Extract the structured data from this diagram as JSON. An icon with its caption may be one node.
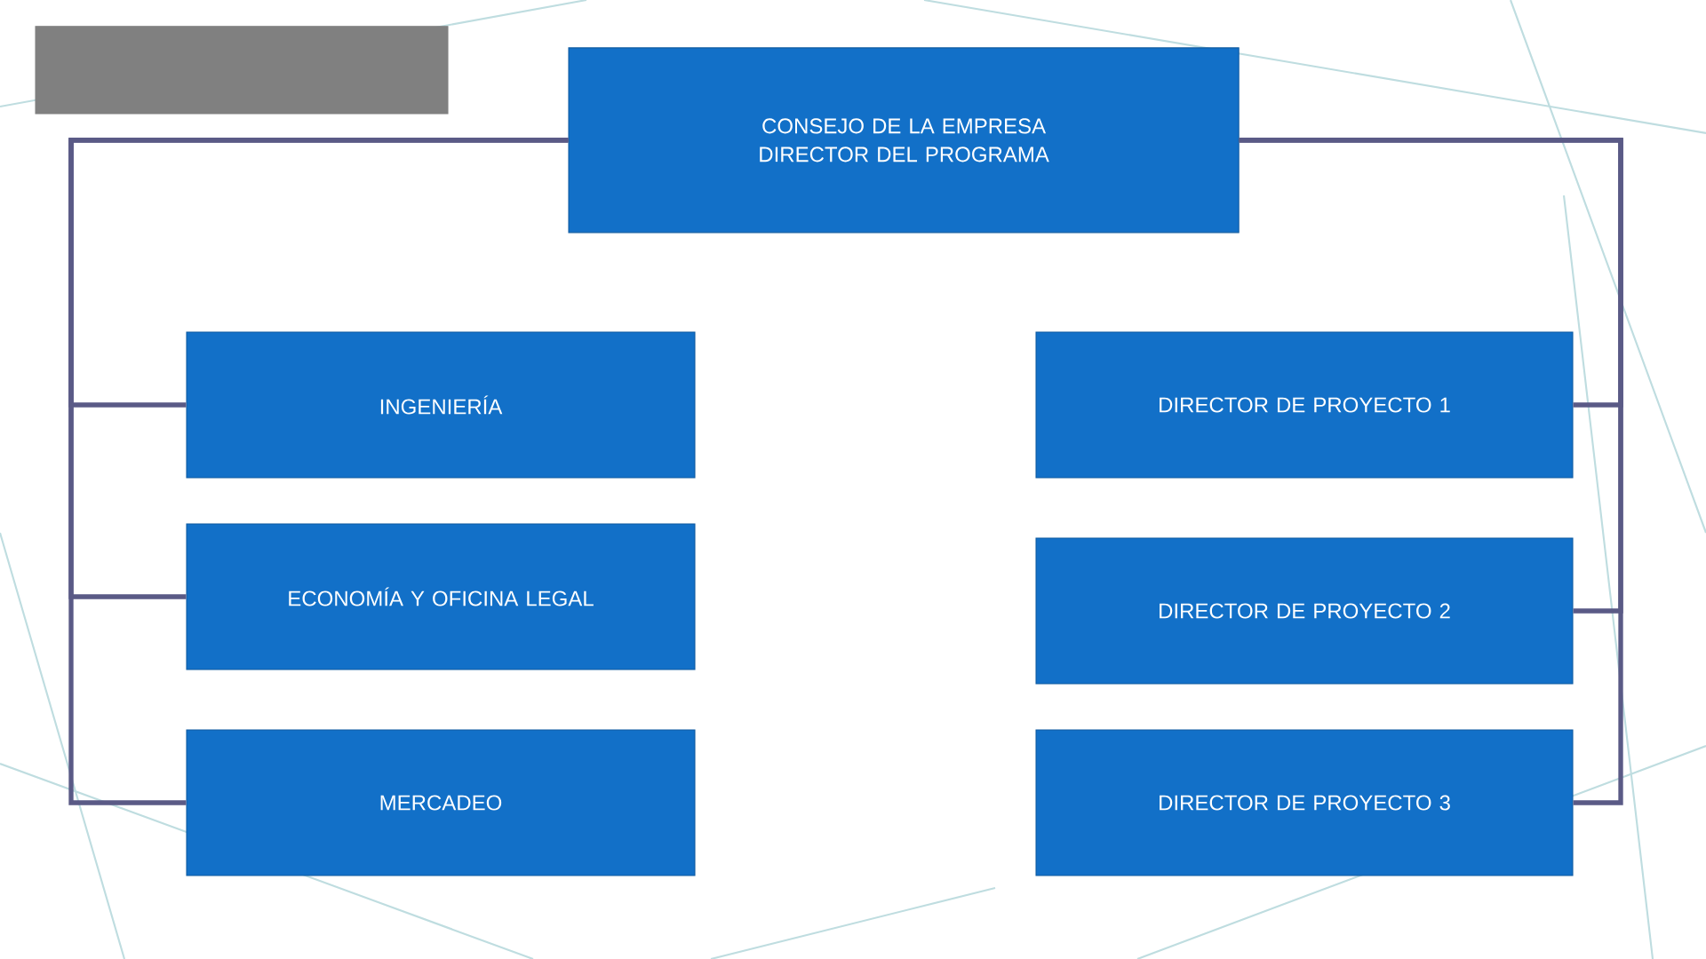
{
  "diagram": {
    "nodes": [
      {
        "text": [
          "CONSEJO DE LA EMPRESA DIRECTOR DEL PROGRAMA"
        ]
      },
      {
        "text": [
          "INGENIERÍA"
        ]
      },
      {
        "text": [
          "ECONOMÍA Y OFICINA LEGAL"
        ]
      },
      {
        "text": [
          "MERCADEO"
        ]
      },
      {
        "text": [
          "DIRECTOR DE PROYECTO 1"
        ]
      },
      {
        "text": [
          "DIRECTOR DE PROYECTO 2"
        ]
      },
      {
        "text": [
          "DIRECTOR DE PROYECTO 3"
        ]
      },
      {
        "text": [],
        "shape": "box"
      }
    ],
    "edges": [
      {
        "from": 0,
        "to": 1,
        "arrow": "none"
      },
      {
        "from": 0,
        "to": 2,
        "arrow": "none"
      },
      {
        "from": 0,
        "to": 3,
        "arrow": "none"
      },
      {
        "from": 0,
        "to": 4,
        "arrow": "none"
      },
      {
        "from": 0,
        "to": 5,
        "arrow": "none"
      },
      {
        "from": 0,
        "to": 6,
        "arrow": "none"
      }
    ]
  }
}
